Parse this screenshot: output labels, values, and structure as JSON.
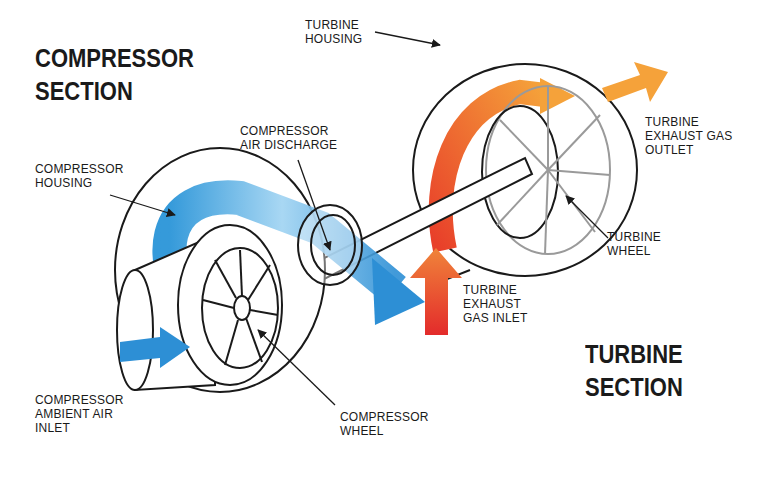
{
  "diagram": {
    "labels": [
      "COMPRESSOR SECTION",
      "TURBINE HOUSING",
      "COMPRESSOR AIR DISCHARGE",
      "COMPRESSOR HOUSING",
      "TURBINE EXHAUST GAS OUTLET",
      "TURBINE WHEEL",
      "TURBINE EXHAUST GAS INLET",
      "TURBINE SECTION",
      "COMPRESSOR AMBIENT AIR INLET",
      "COMPRESSOR WHEEL"
    ]
  }
}
